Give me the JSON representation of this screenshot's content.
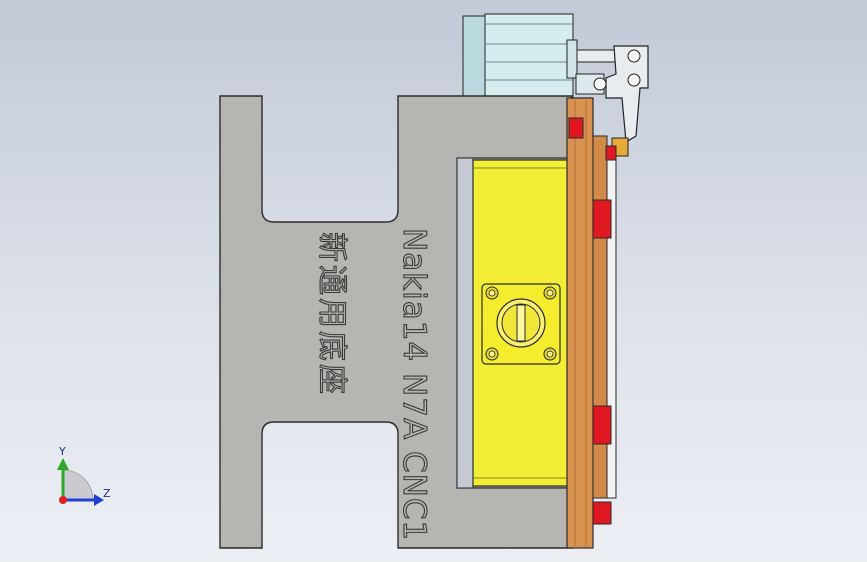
{
  "model": {
    "engraving_primary": "Nakia14 N7A CNC1",
    "engraving_secondary": "新通用底座"
  },
  "triad": {
    "y_label": "Y",
    "z_label": "Z"
  },
  "colors": {
    "background_top": "#c2c9d7",
    "background_bottom": "#eceff4",
    "base_gray": "#b6b5b1",
    "fixture_yellow": "#f1ee35",
    "plate_orange": "#d9924f",
    "clamp_red": "#e01822",
    "cylinder_cyan": "#c6e1e6"
  }
}
